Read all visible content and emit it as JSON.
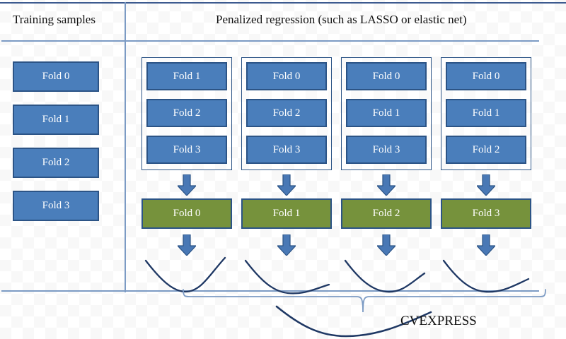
{
  "headers": {
    "left": "Training samples",
    "right": "Penalized regression (such as LASSO or elastic net)"
  },
  "training_samples": {
    "folds": [
      "Fold 0",
      "Fold 1",
      "Fold 2",
      "Fold 3"
    ]
  },
  "columns": [
    {
      "training_group": [
        "Fold 1",
        "Fold 2",
        "Fold 3"
      ],
      "validation_fold": "Fold 0"
    },
    {
      "training_group": [
        "Fold 0",
        "Fold 2",
        "Fold 3"
      ],
      "validation_fold": "Fold 1"
    },
    {
      "training_group": [
        "Fold 0",
        "Fold 1",
        "Fold 3"
      ],
      "validation_fold": "Fold 2"
    },
    {
      "training_group": [
        "Fold 0",
        "Fold 1",
        "Fold 2"
      ],
      "validation_fold": "Fold 3"
    }
  ],
  "footer": {
    "label": "CVEXPRESS"
  },
  "colors": {
    "fold_fill": "#4a7ebb",
    "fold_border": "#2c5486",
    "validation_fill": "#76923c",
    "arrow_fill": "#4978b5",
    "arrow_border": "#2c5486",
    "curve_stroke": "#1f3864",
    "rule": "#7c9bc4",
    "rule_top": "#3c5a8f",
    "text": "#111111",
    "box_text": "#ffffff"
  }
}
